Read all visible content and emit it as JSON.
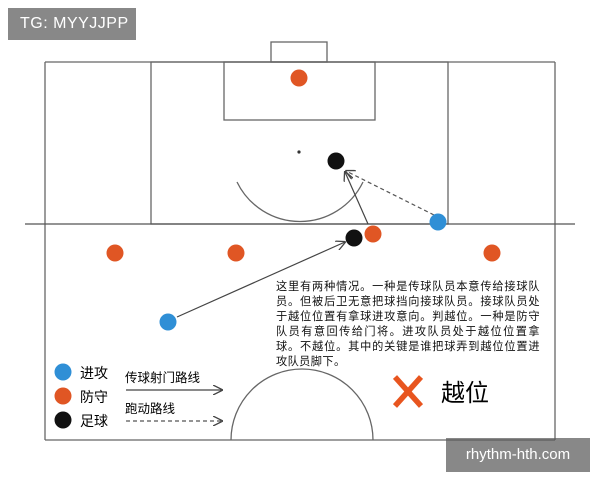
{
  "watermark_top_left": "TG: MYYJJPP",
  "watermark_bottom_right": "rhythm-hth.com",
  "explanation": "这里有两种情况。一种是传球队员本意传给接球队员。但被后卫无意把球挡向接球队员。接球队员处于越位位置有拿球进攻意向。判越位。一种是防守队员有意回传给门将。进攻队员处于越位位置拿球。不越位。其中的关键是谁把球弄到越位位置进攻队员脚下。",
  "legend": {
    "attack": "进攻",
    "defend": "防守",
    "ball": "足球"
  },
  "routes": {
    "pass_shot": "传球射门路线",
    "run": "跑动路线"
  },
  "offside_label": "越位",
  "colors": {
    "attack": "#2f8fd6",
    "defend": "#e05624",
    "ball": "#111111",
    "offside_mark": "#e8551f",
    "pitch_line": "#666666"
  }
}
